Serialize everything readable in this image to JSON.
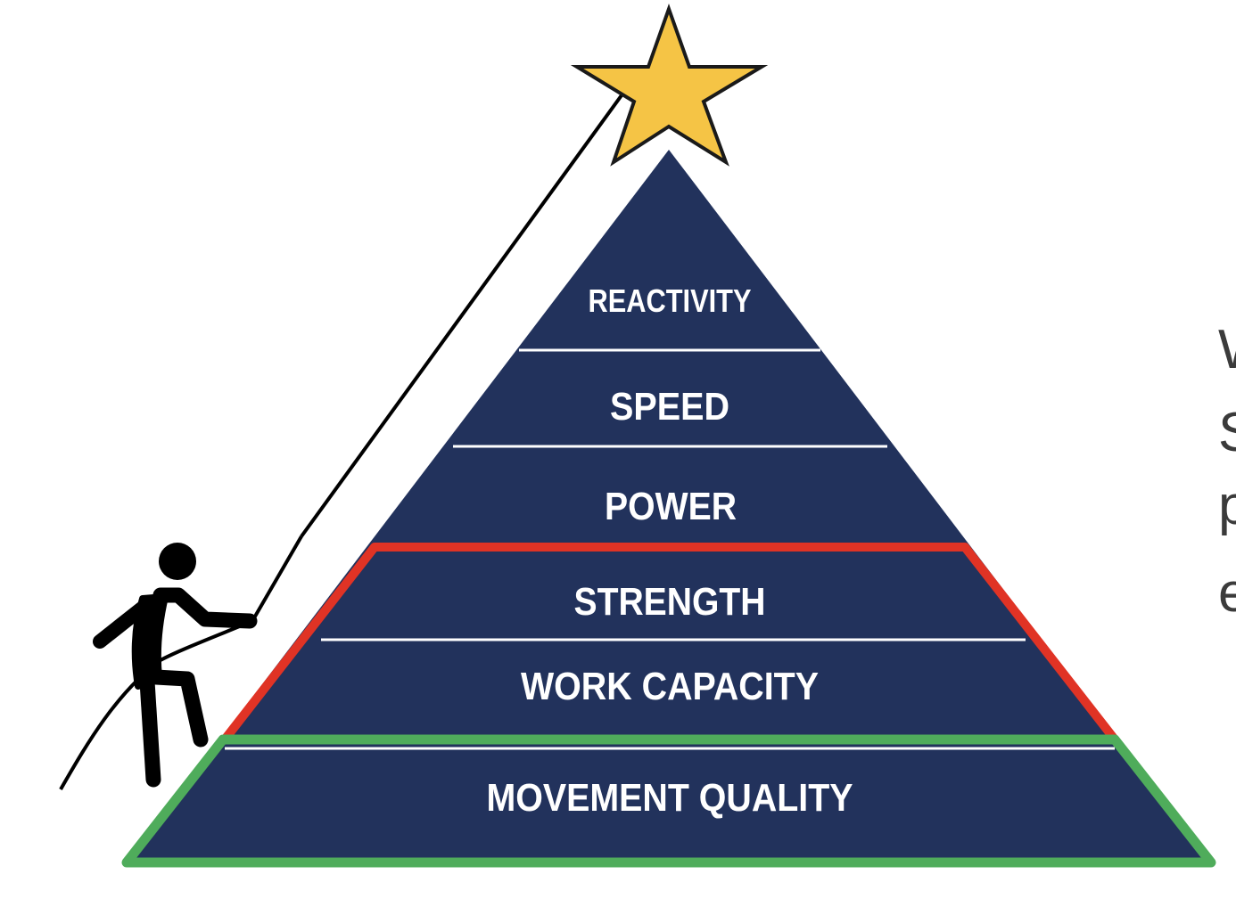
{
  "diagram": {
    "tiers": [
      {
        "label": "REACTIVITY"
      },
      {
        "label": "SPEED"
      },
      {
        "label": "POWER"
      },
      {
        "label": "STRENGTH"
      },
      {
        "label": "WORK CAPACITY"
      },
      {
        "label": "MOVEMENT QUALITY"
      }
    ],
    "colors": {
      "pyramid_fill": "#22325c",
      "divider": "#ffffff",
      "red_outline": "#e03325",
      "green_outline": "#4fac5b",
      "star_fill": "#f5c445",
      "star_stroke": "#1a1a1a",
      "figure": "#000000",
      "side_text": "#3b3b3b"
    },
    "icons": [
      "star-icon",
      "climber-icon",
      "rope-icon"
    ]
  },
  "side_text": {
    "fragments": [
      "W",
      "S",
      "p",
      "e"
    ]
  }
}
